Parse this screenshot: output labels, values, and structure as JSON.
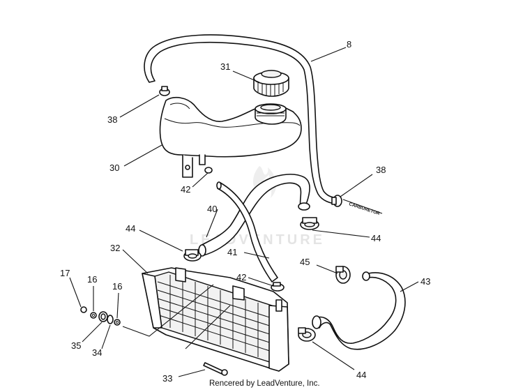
{
  "callouts": {
    "c8": "8",
    "c31": "31",
    "c38a": "38",
    "c38b": "38",
    "c30": "30",
    "c42a": "42",
    "c42b": "42",
    "c40": "40",
    "c44a": "44",
    "c44b": "44",
    "c44c": "44",
    "c32": "32",
    "c41": "41",
    "c45": "45",
    "c43": "43",
    "c17": "17",
    "c16a": "16",
    "c16b": "16",
    "c35": "35",
    "c34": "34",
    "c33": "33"
  },
  "hose_tag": "CARBURETOR",
  "watermark": "LEADVENTURE",
  "caption": "Rencered by LeadVenture, Inc.",
  "colors": {
    "line": "#111111",
    "watermark": "#e4e4e4"
  }
}
